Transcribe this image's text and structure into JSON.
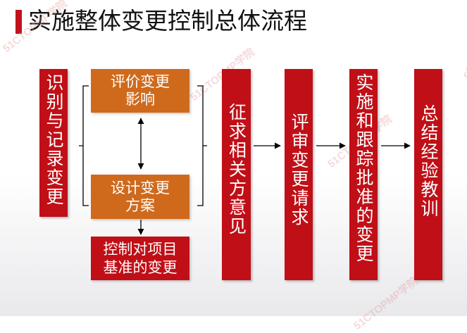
{
  "slide": {
    "title": "实施整体变更控制总体流程",
    "watermark": "51CTOPMP学院"
  },
  "colors": {
    "accent_red": "#c00f17",
    "accent_orange": "#cf6a1c"
  },
  "flow": {
    "identify_record": "识别与记录变更",
    "evaluate_impact": {
      "line1": "评价变更",
      "line2": "影响"
    },
    "design_plan": {
      "line1": "设计变更",
      "line2": "方案"
    },
    "baseline_change": {
      "line1": "控制对项目",
      "line2": "基准的变更"
    },
    "solicit_opinions": "征求相关方意见",
    "review_request": "评审变更请求",
    "implement_track": "实施和跟踪批准的变更",
    "summarize": "总结经验教训"
  }
}
